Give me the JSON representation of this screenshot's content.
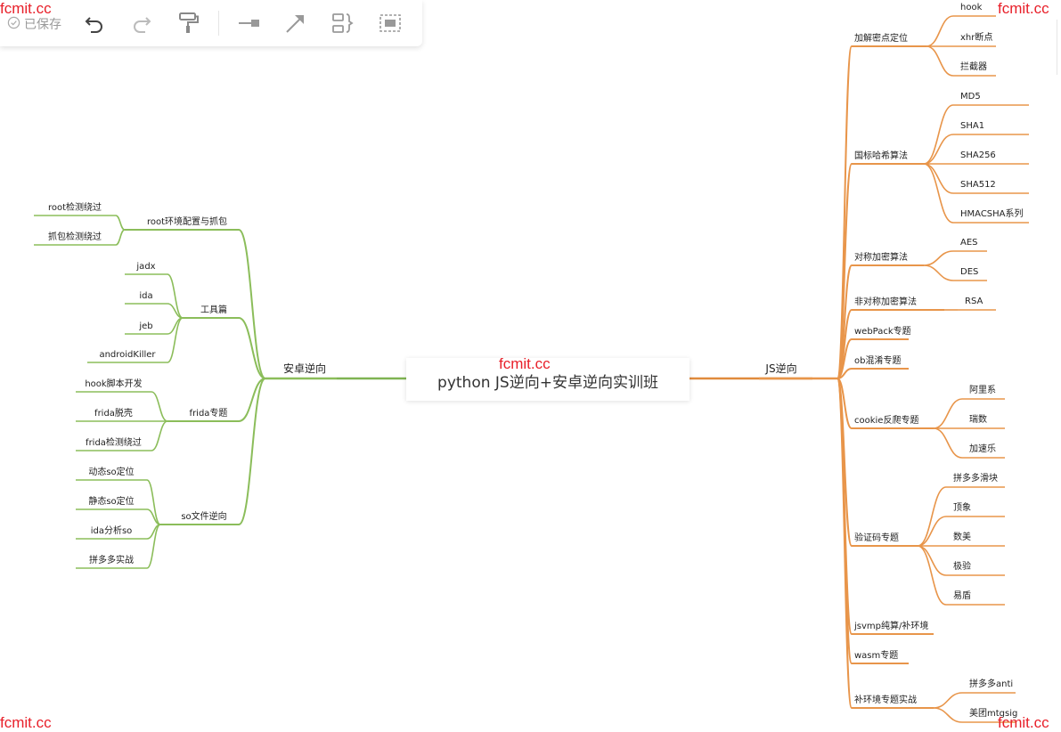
{
  "toolbar": {
    "saved_label": "已保存",
    "icons": [
      "check-circle-icon",
      "undo-icon",
      "redo-icon",
      "format-painter-icon",
      "relation-line-icon",
      "arrow-icon",
      "summary-icon",
      "frame-icon"
    ]
  },
  "watermark": "fcmit.cc",
  "colors": {
    "left_branch": "#8bbd5a",
    "right_branch": "#e8954a",
    "root_line_left": "#7fb352",
    "root_line_right": "#e08a3c"
  },
  "mindmap": {
    "root": "python JS逆向+安卓逆向实训班",
    "left": {
      "label": "安卓逆向",
      "children": [
        {
          "label": "root环境配置与抓包",
          "children": [
            "root检测绕过",
            "抓包检测绕过"
          ]
        },
        {
          "label": "工具篇",
          "children": [
            "jadx",
            "ida",
            "jeb",
            "androidKiller"
          ]
        },
        {
          "label": "frida专题",
          "children": [
            "hook脚本开发",
            "frida脱壳",
            "frida检测绕过"
          ]
        },
        {
          "label": "so文件逆向",
          "children": [
            "动态so定位",
            "静态so定位",
            "ida分析so",
            "拼多多实战"
          ]
        }
      ]
    },
    "right": {
      "label": "JS逆向",
      "children": [
        {
          "label": "加解密点定位",
          "children": [
            "hook",
            "xhr断点",
            "拦截器"
          ]
        },
        {
          "label": "国标哈希算法",
          "children": [
            "MD5",
            "SHA1",
            "SHA256",
            "SHA512",
            "HMACSHA系列"
          ]
        },
        {
          "label": "对称加密算法",
          "children": [
            "AES",
            "DES"
          ]
        },
        {
          "label": "非对称加密算法",
          "children": [
            "RSA"
          ]
        },
        {
          "label": "webPack专题",
          "children": []
        },
        {
          "label": "ob混淆专题",
          "children": []
        },
        {
          "label": "cookie反爬专题",
          "children": [
            "阿里系",
            "瑞数",
            "加速乐"
          ]
        },
        {
          "label": "验证码专题",
          "children": [
            "拼多多滑块",
            "顶象",
            "数美",
            "极验",
            "易盾"
          ]
        },
        {
          "label": "jsvmp纯算/补环境",
          "children": []
        },
        {
          "label": "wasm专题",
          "children": []
        },
        {
          "label": "补环境专题实战",
          "children": [
            "拼多多anti",
            "美团mtgsig"
          ]
        }
      ]
    }
  }
}
